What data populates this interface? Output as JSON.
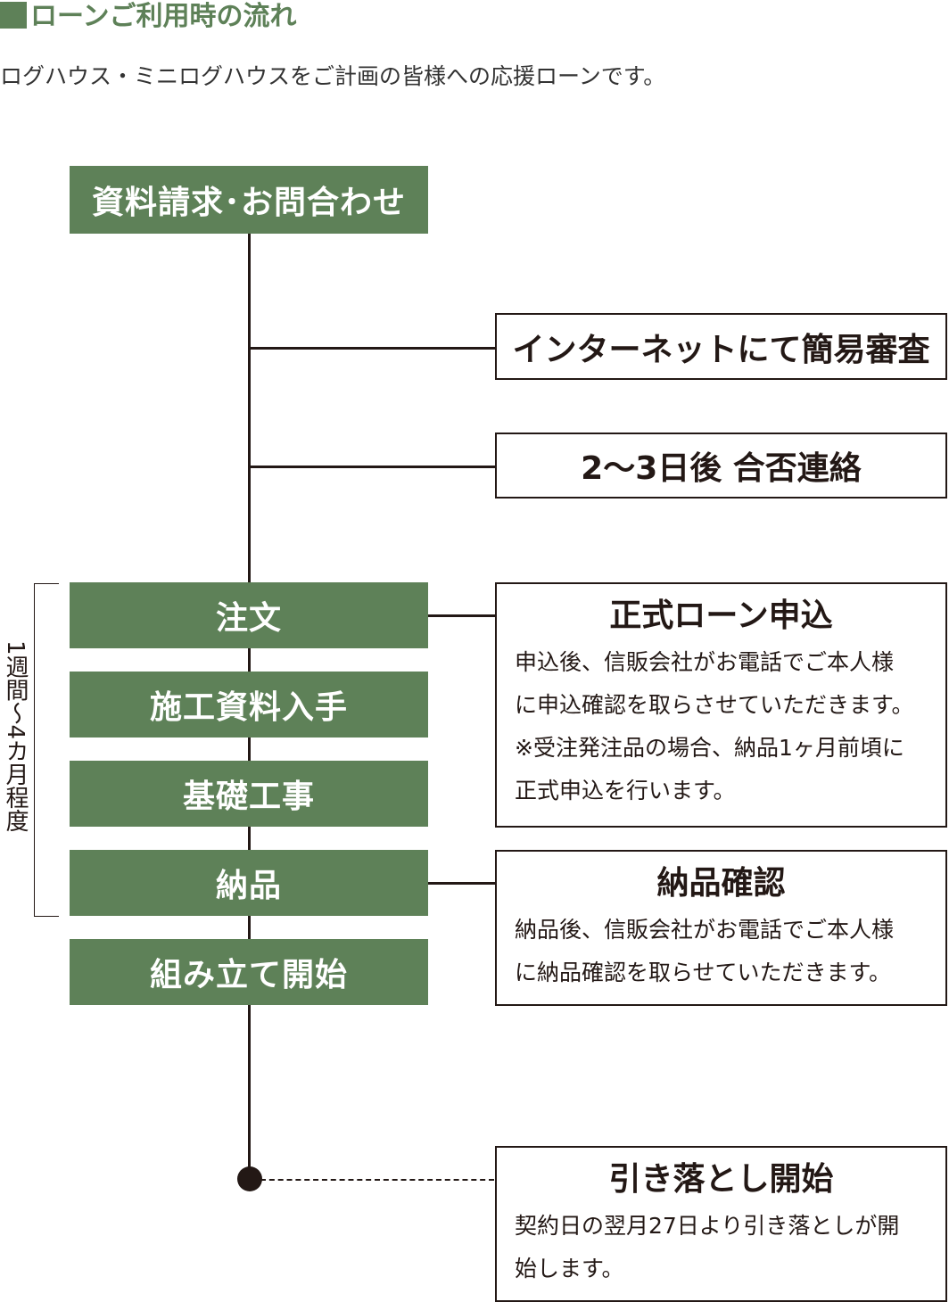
{
  "heading": "■ローンご利用時の流れ",
  "intro": "ログハウス・ミニログハウスをご計画の皆様への応援ローンです。",
  "colors": {
    "green": "#5e8158",
    "line": "#231815"
  },
  "flow": {
    "start": "資料請求･お問合わせ",
    "steps": [
      "注文",
      "施工資料入手",
      "基礎工事",
      "納品",
      "組み立て開始"
    ]
  },
  "side_notes": {
    "screening": "インターネットにて簡易審査",
    "result": "2～3日後 合否連絡",
    "application": {
      "title": "正式ローン申込",
      "body": "申込後、信販会社がお電話でご本人様\nに申込確認を取らさせていただきます。\n※受注発注品の場合、納品1ヶ月前頃に\n正式申込を行います。"
    },
    "delivery": {
      "title": "納品確認",
      "body": "納品後、信販会社がお電話でご本人様\nに納品確認を取らせていただきます。"
    },
    "debit": {
      "title": "引き落とし開始",
      "body": "契約日の翌月27日より引き落としが開\n始します。"
    }
  },
  "period_label": "1週間～4カ月程度"
}
